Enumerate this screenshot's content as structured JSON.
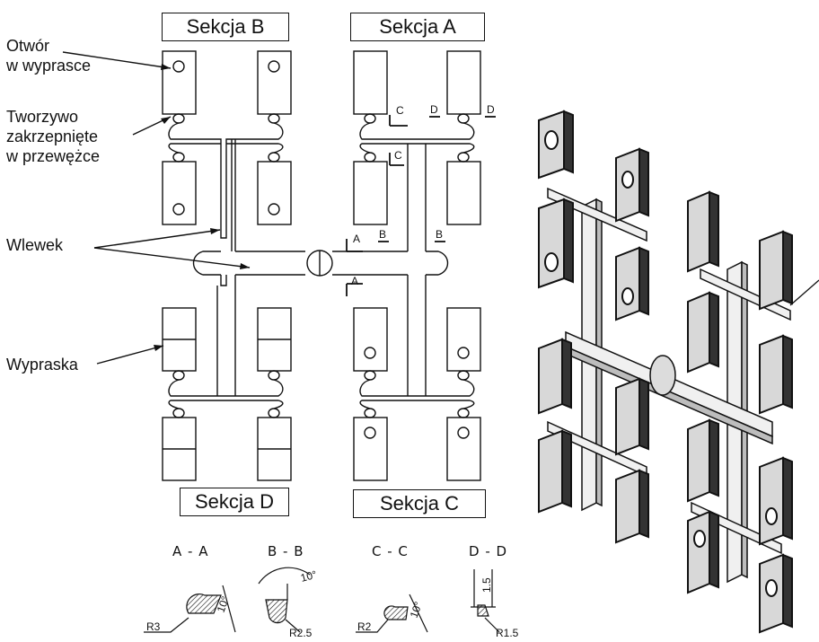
{
  "sections": {
    "b": "Sekcja B",
    "a": "Sekcja A",
    "d": "Sekcja D",
    "c": "Sekcja C"
  },
  "callouts": {
    "hole": [
      "Otwór",
      "w wyprasce"
    ],
    "frozen": [
      "Tworzywo",
      "zakrzepnięte",
      "w przewężce"
    ],
    "sprue": "Wlewek",
    "part": "Wypraska"
  },
  "cut_marks": {
    "a": "A",
    "b": "B",
    "c": "C",
    "d": "D"
  },
  "cross_sections": [
    {
      "title": "A - A",
      "radius": "R3",
      "angle": "10°"
    },
    {
      "title": "B - B",
      "radius": "R2.5",
      "angle": "10°"
    },
    {
      "title": "C - C",
      "radius": "R2",
      "angle": "10°"
    },
    {
      "title": "D - D",
      "radius": "R1.5",
      "dimension": "1.5"
    }
  ]
}
